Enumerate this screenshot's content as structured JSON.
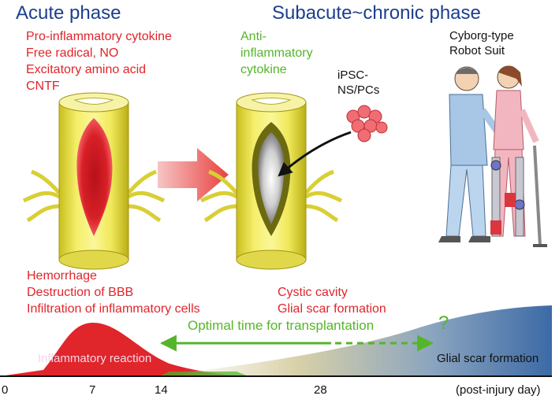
{
  "titles": {
    "acute": "Acute phase",
    "subacute": "Subacute~chronic phase"
  },
  "acute_factors": [
    "Pro-inflammatory cytokine",
    "Free radical, NO",
    "Excitatory amino acid",
    "CNTF"
  ],
  "anti_inflammatory": [
    "Anti-",
    "inflammatory",
    "cytokine"
  ],
  "ipsc_label": [
    "iPSC-",
    "NS/PCs"
  ],
  "robot_label": [
    "Cyborg-type",
    "Robot Suit"
  ],
  "acute_events": [
    "Hemorrhage",
    "Destruction of BBB",
    "Infiltration of inflammatory cells"
  ],
  "chronic_events": [
    "Cystic cavity",
    "Glial scar formation"
  ],
  "timeline": {
    "optimal_label": "Optimal time for transplantation",
    "question_mark": "?",
    "inflammatory_label": "Inflammatory reaction",
    "glial_label": "Glial scar formation",
    "ticks": [
      "0",
      "7",
      "14",
      "28"
    ],
    "unit_label": "(post-injury day)"
  },
  "colors": {
    "red": "#e0252b",
    "green": "#55b52a",
    "blue": "#1c3f8c",
    "cord": "#e9e24a",
    "glial": "#3c6aa6"
  }
}
